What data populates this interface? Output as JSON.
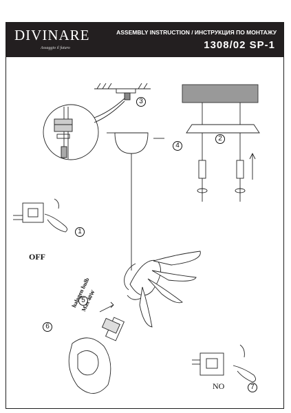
{
  "header": {
    "brand": "DIVINARE",
    "tagline": "Assaggio il futuro",
    "title": "ASSEMBLY INSTRUCTION / ИНСТРУКЦИЯ ПО МОНТАЖУ",
    "model": "1308/02 SP-1"
  },
  "labels": {
    "off": "OFF",
    "no": "NO",
    "bulb_type": "halogen bulb",
    "bulb_power": "Max 40W"
  },
  "steps": [
    "1",
    "2",
    "3",
    "4",
    "5",
    "6",
    "7"
  ]
}
